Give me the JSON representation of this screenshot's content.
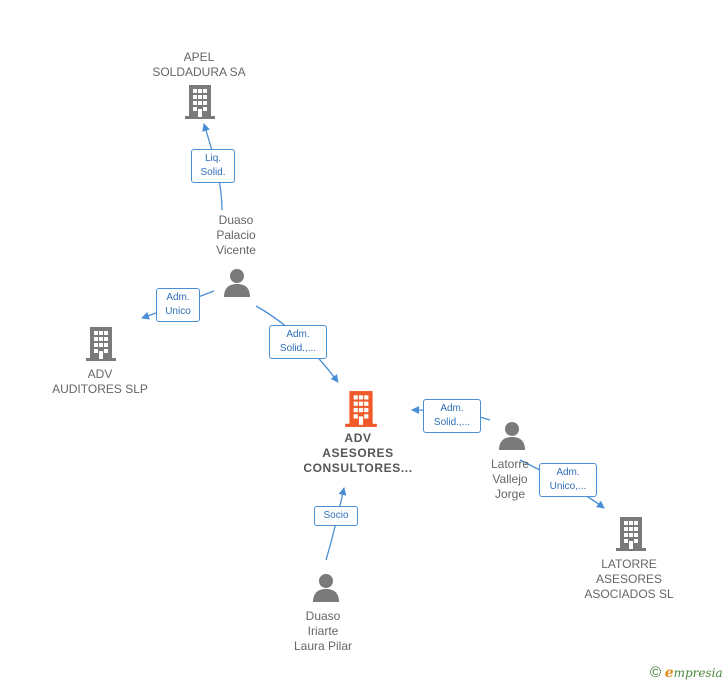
{
  "colors": {
    "edge": "#4a8fd6",
    "node": "#7a7a7a",
    "focal": "#f05a28"
  },
  "nodes": {
    "apel": {
      "lines": [
        "APEL",
        "SOLDADURA SA"
      ],
      "icon": "building-icon"
    },
    "duaso_vicente": {
      "lines": [
        "Duaso",
        "Palacio",
        "Vicente"
      ],
      "icon": "person-icon"
    },
    "adv_auditores": {
      "lines": [
        "ADV",
        "AUDITORES SLP"
      ],
      "icon": "building-icon"
    },
    "adv_asesores": {
      "lines": [
        "ADV",
        "ASESORES",
        "CONSULTORES..."
      ],
      "icon": "building-icon"
    },
    "latorre_jorge": {
      "lines": [
        "Latorre",
        "Vallejo",
        "Jorge"
      ],
      "icon": "person-icon"
    },
    "latorre_asesores": {
      "lines": [
        "LATORRE",
        "ASESORES",
        "ASOCIADOS SL"
      ],
      "icon": "building-icon"
    },
    "duaso_laura": {
      "lines": [
        "Duaso",
        "Iriarte",
        "Laura Pilar"
      ],
      "icon": "person-icon"
    }
  },
  "edges": [
    {
      "from": "duaso_vicente",
      "to": "apel",
      "label": [
        "Liq.",
        "Solid."
      ]
    },
    {
      "from": "duaso_vicente",
      "to": "adv_auditores",
      "label": [
        "Adm.",
        "Unico"
      ]
    },
    {
      "from": "duaso_vicente",
      "to": "adv_asesores",
      "label": [
        "Adm.",
        "Solid.,..."
      ]
    },
    {
      "from": "latorre_jorge",
      "to": "adv_asesores",
      "label": [
        "Adm.",
        "Solid.,..."
      ]
    },
    {
      "from": "latorre_jorge",
      "to": "latorre_asesores",
      "label": [
        "Adm.",
        "Unico,..."
      ]
    },
    {
      "from": "duaso_laura",
      "to": "adv_asesores",
      "label": [
        "Socio"
      ]
    }
  ],
  "footer": {
    "copyright": "©",
    "brand_first": "e",
    "brand_rest": "mpresia"
  }
}
